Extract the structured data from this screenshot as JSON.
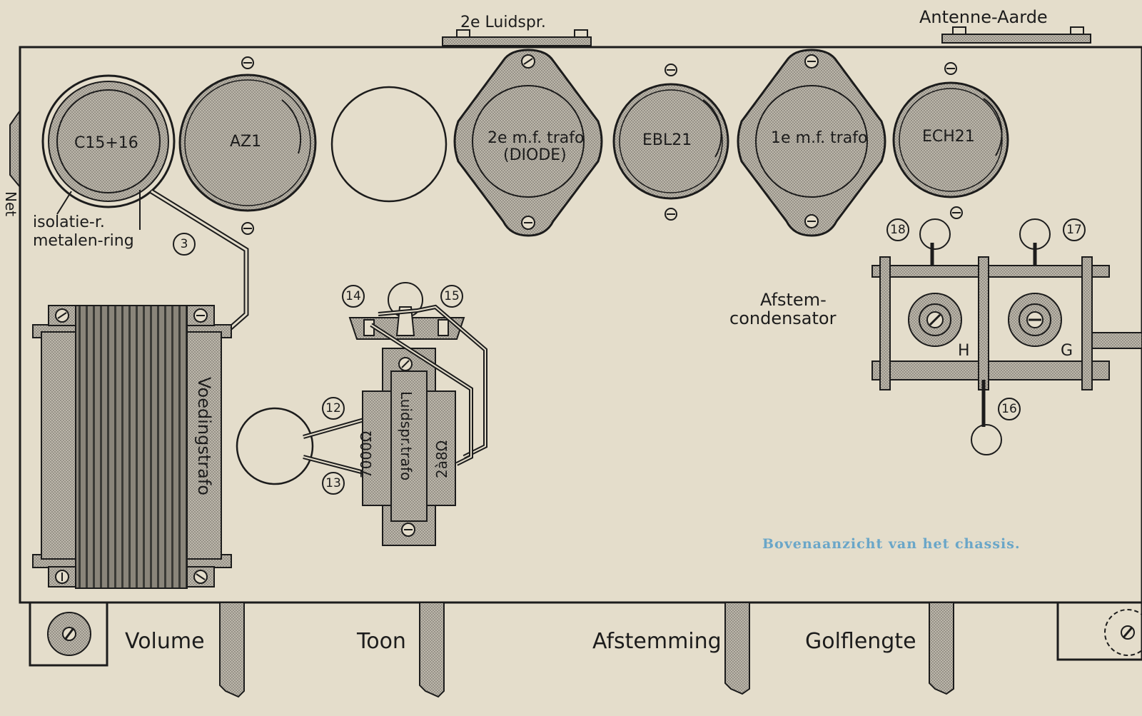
{
  "labels": {
    "speaker2": "2e Luidspr.",
    "antenna": "Antenne-Aarde",
    "net": "Net",
    "insulation": "isolatie-r.",
    "metal_ring": "metalen-ring",
    "afstem1": "Afstem-",
    "afstem2": "condensator",
    "cap_h": "H",
    "cap_g": "G",
    "power_trafo": "Voedingstrafo",
    "speaker_trafo": "Luidspr.trafo",
    "ohm_left": "7000Ω",
    "ohm_right": "2à8Ω",
    "caption": "Bovenaanzicht van het chassis."
  },
  "tubes": {
    "c15": "C15+16",
    "az1": "AZ1",
    "mf2_line1": "2e m.f. trafo",
    "mf2_line2": "(DIODE)",
    "ebl21": "EBL21",
    "mf1": "1e m.f. trafo",
    "ech21": "ECH21"
  },
  "numbers": {
    "n3": "3",
    "n12": "12",
    "n13": "13",
    "n14": "14",
    "n15": "15",
    "n16": "16",
    "n17": "17",
    "n18": "18"
  },
  "controls": {
    "volume": "Volume",
    "toon": "Toon",
    "afstemming": "Afstemming",
    "golflengte": "Golflengte"
  },
  "colors": {
    "paper": "#e4ddcb",
    "ink": "#1c1c1c",
    "hatch": "#b5b0a4",
    "caption": "#6aa6c8"
  }
}
